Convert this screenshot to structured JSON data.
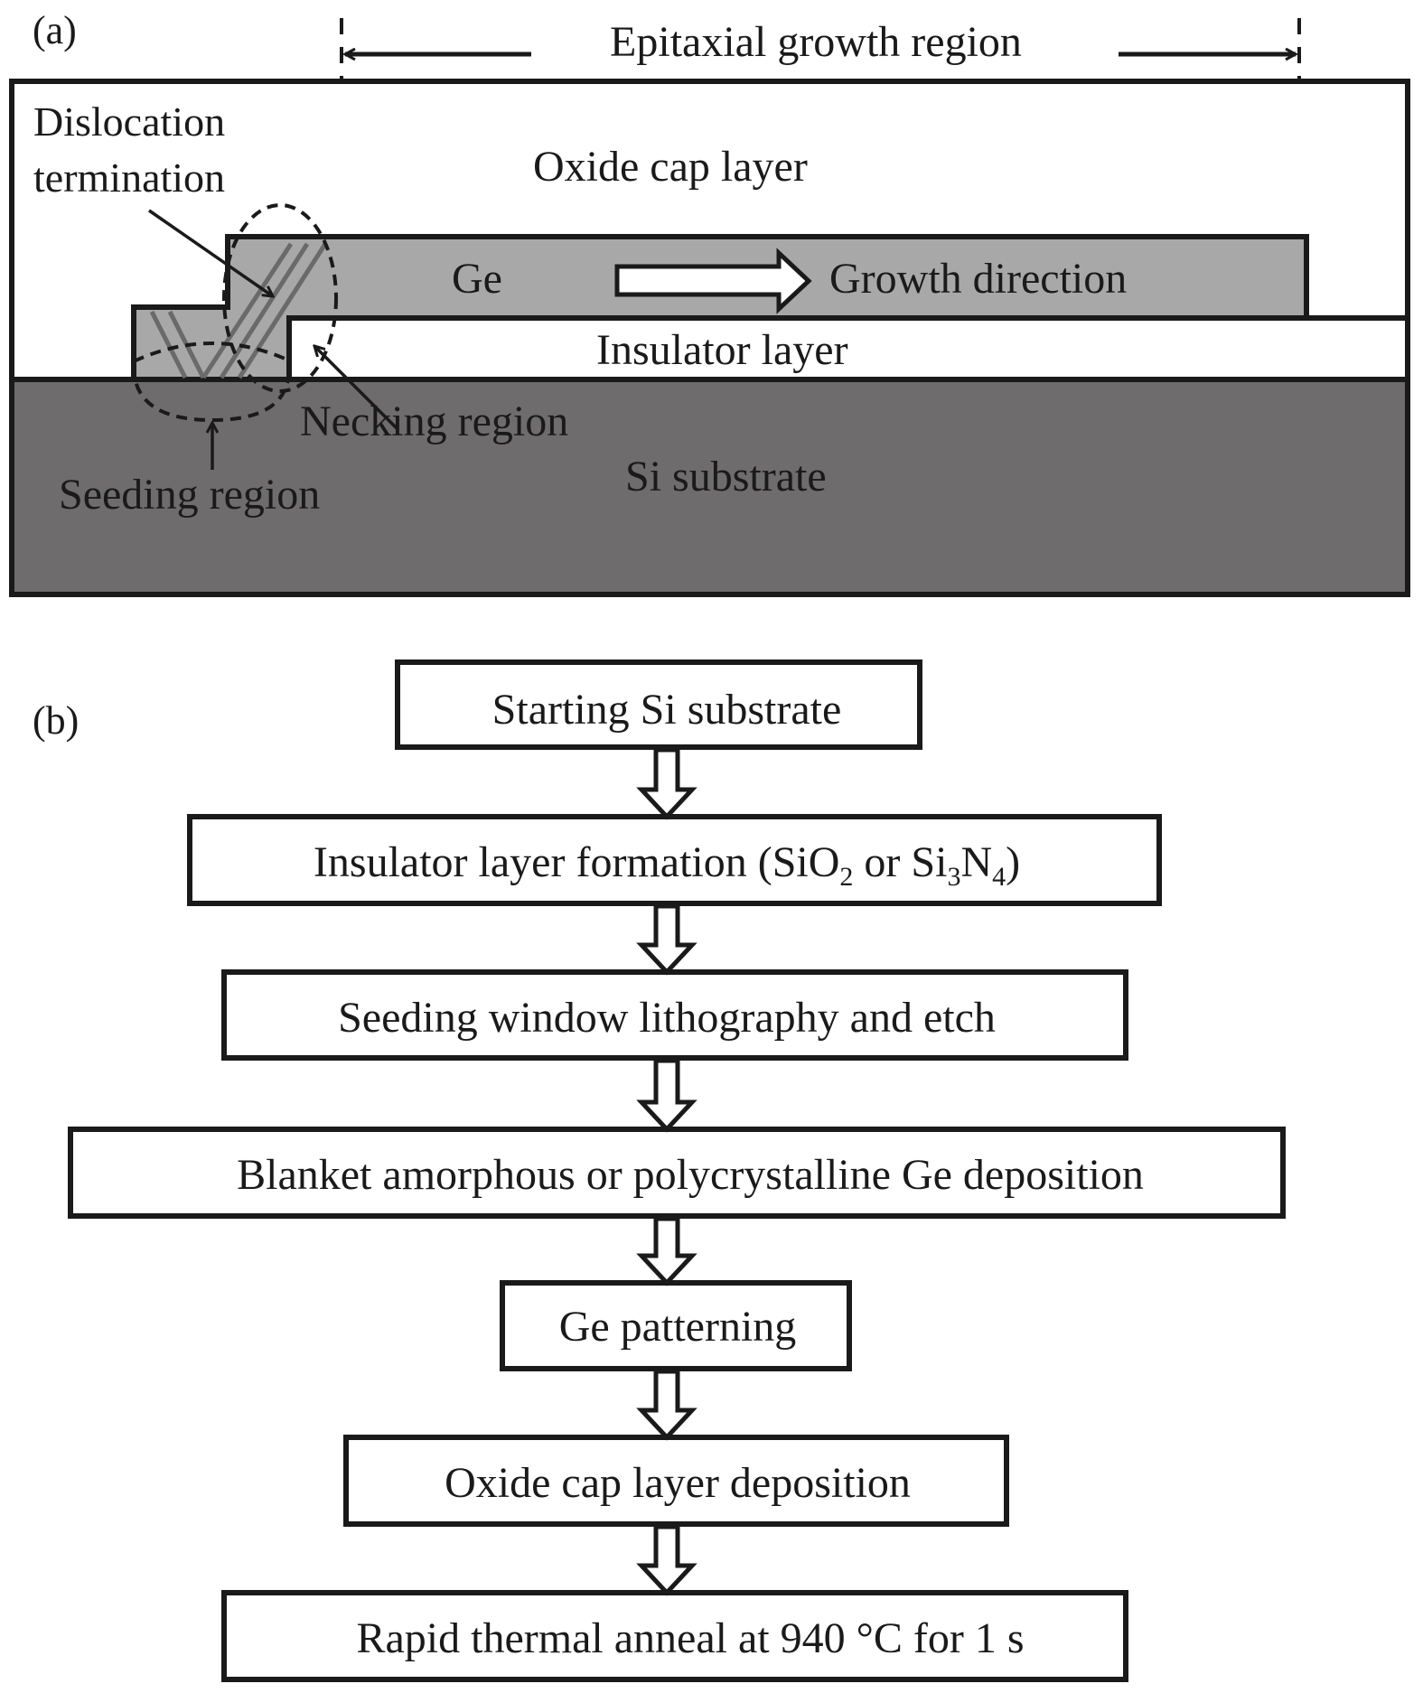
{
  "panel_a": {
    "panel_label": "(a)",
    "epitaxial_label": "Epitaxial growth region",
    "labels": {
      "dislocation_line1": "Dislocation",
      "dislocation_line2": "termination",
      "oxide_cap": "Oxide cap layer",
      "ge": "Ge",
      "growth_direction": "Growth direction",
      "insulator": "Insulator layer",
      "necking": "Necking region",
      "seeding": "Seeding region",
      "si_substrate": "Si substrate"
    },
    "colors": {
      "ge_fill": "#a8a8a8",
      "si_fill": "#6e6c6d",
      "outline": "#1a1a1a",
      "background": "#ffffff"
    }
  },
  "panel_b": {
    "panel_label": "(b)",
    "steps": [
      {
        "text": "Starting Si substrate"
      },
      {
        "text": "Insulator layer formation (SiO",
        "sub1": "2",
        "mid": " or Si",
        "sub2": "3",
        "mid2": "N",
        "sub3": "4",
        "end": ")"
      },
      {
        "text": "Seeding window lithography and etch"
      },
      {
        "text": "Blanket amorphous or polycrystalline Ge deposition"
      },
      {
        "text": "Ge patterning"
      },
      {
        "text": "Oxide cap layer deposition"
      },
      {
        "text": "Rapid thermal anneal at 940 °C for 1 s"
      }
    ]
  }
}
